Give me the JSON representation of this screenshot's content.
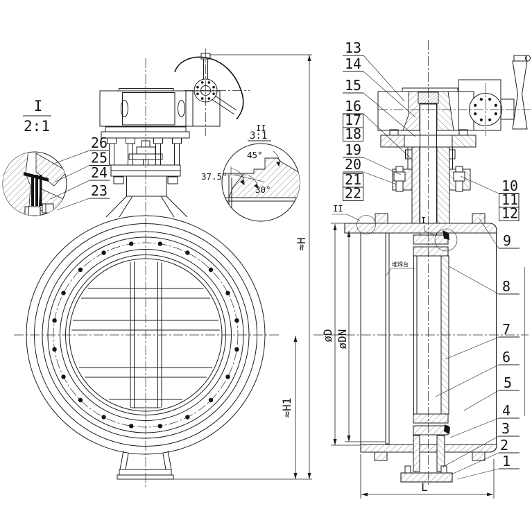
{
  "callouts": {
    "1": "1",
    "2": "2",
    "3": "3",
    "4": "4",
    "5": "5",
    "6": "6",
    "7": "7",
    "8": "8",
    "9": "9",
    "10": "10",
    "11": "11",
    "12": "12",
    "13": "13",
    "14": "14",
    "15": "15",
    "16": "16",
    "17": "17",
    "18": "18",
    "19": "19",
    "20": "20",
    "21": "21",
    "22": "22",
    "23": "23",
    "24": "24",
    "25": "25",
    "26": "26"
  },
  "dimensions": {
    "H": "≈H",
    "H1": "≈H1",
    "L": "L",
    "D": "øD",
    "DN": "øDN"
  },
  "details": {
    "d1_id": "I",
    "d1_scale": "2:1",
    "d2_id": "II",
    "d2_scale": "3:1",
    "view_marker_2": "II",
    "view_marker_1": "I"
  },
  "angles": {
    "chamfer": "45°",
    "seat": "37.5°",
    "back": "30°"
  },
  "annotations": {
    "hardfacing": "堆焊台"
  }
}
